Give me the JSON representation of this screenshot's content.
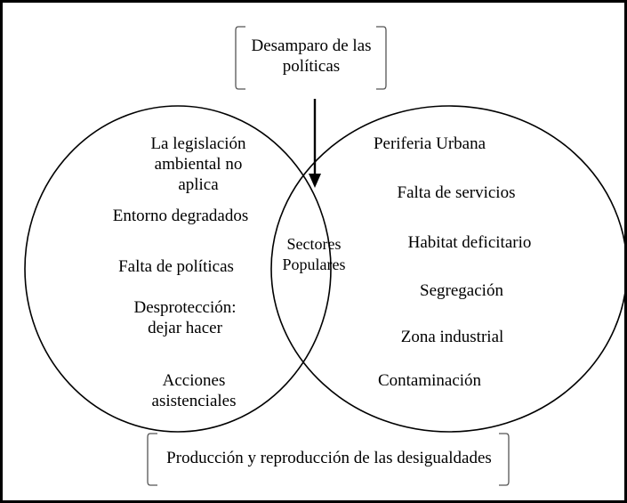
{
  "top_box": "Desamparo de las\npolíticas",
  "bottom_box": "Producción y reproducción de las desigualdades",
  "center": "Sectores\nPopulares",
  "left_items": [
    "La legislación\nambiental no\naplica",
    "Entorno degradados",
    "Falta de políticas",
    "Desprotección:\ndejar hacer",
    "Acciones\nasistenciales"
  ],
  "right_items": [
    "Periferia Urbana",
    "Falta de servicios",
    "Habitat deficitario",
    "Segregación",
    "Zona industrial",
    "Contaminación"
  ]
}
